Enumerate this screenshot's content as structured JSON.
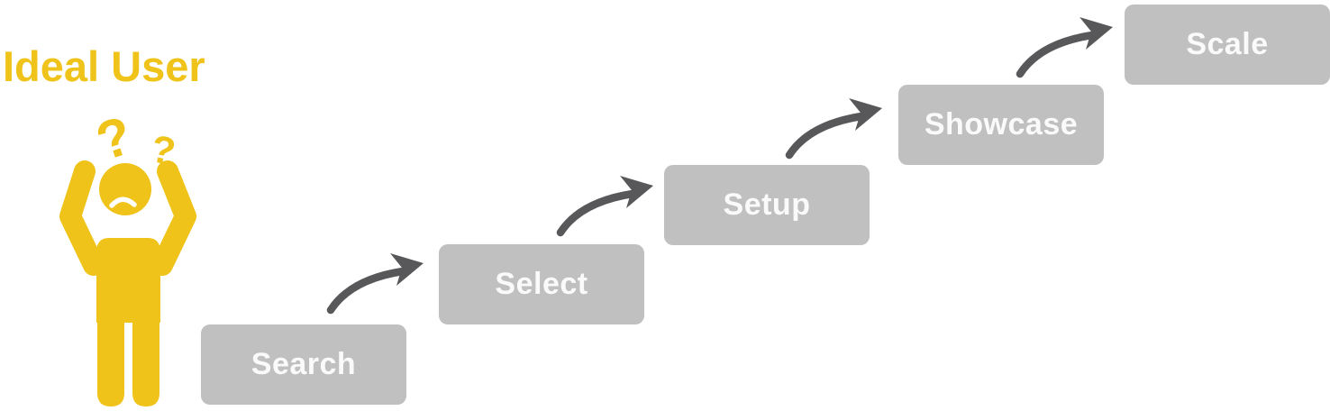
{
  "title": "Ideal User",
  "person": {
    "question_mark_large": "?",
    "question_mark_small": "?"
  },
  "steps": [
    {
      "label": "Search"
    },
    {
      "label": "Select"
    },
    {
      "label": "Setup"
    },
    {
      "label": "Showcase"
    },
    {
      "label": "Scale"
    }
  ],
  "colors": {
    "accent_yellow": "#EFC319",
    "box_gray": "#C0C0C0",
    "label_white": "#FAFAFA",
    "arrow_gray": "#58585A"
  }
}
